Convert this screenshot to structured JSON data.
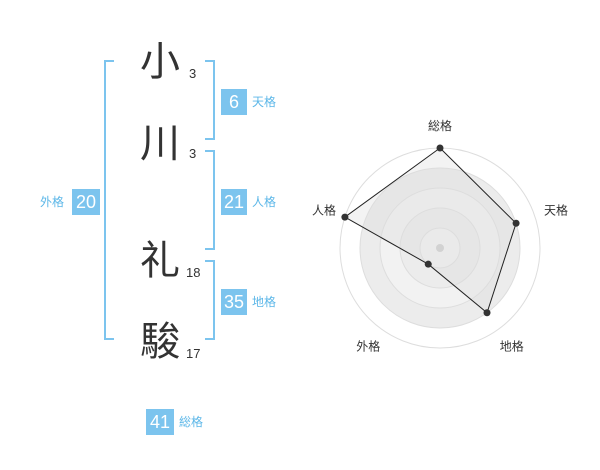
{
  "name": {
    "chars": [
      {
        "char": "小",
        "strokes": "3"
      },
      {
        "char": "川",
        "strokes": "3"
      },
      {
        "char": "礼",
        "strokes": "18"
      },
      {
        "char": "駿",
        "strokes": "17"
      }
    ]
  },
  "fortune": {
    "gaikaku": {
      "value": "20",
      "label": "外格"
    },
    "tenkaku": {
      "value": "6",
      "label": "天格"
    },
    "jinkaku": {
      "value": "21",
      "label": "人格"
    },
    "chikaku": {
      "value": "35",
      "label": "地格"
    },
    "soukaku": {
      "value": "41",
      "label": "総格"
    }
  },
  "chart_data": {
    "type": "radar",
    "axes": [
      "総格",
      "天格",
      "地格",
      "外格",
      "人格"
    ],
    "values": [
      5,
      4,
      4,
      1,
      5
    ],
    "max": 5,
    "colors": {
      "accent": "#7cc4ee",
      "fill": "#f0f0f0",
      "ring": "#dddddd",
      "line": "#222222"
    }
  }
}
